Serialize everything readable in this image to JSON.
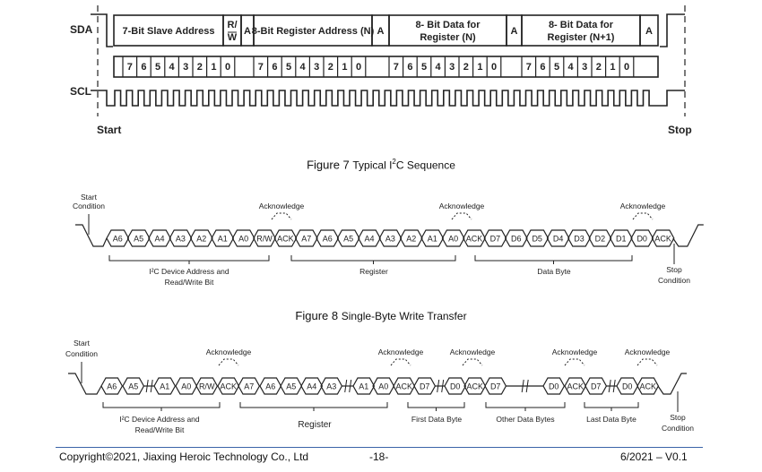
{
  "fig7": {
    "sda_label": "SDA",
    "scl_label": "SCL",
    "start_label": "Start",
    "stop_label": "Stop",
    "header_cells": [
      {
        "l1": "7-Bit Slave Address",
        "l2": ""
      },
      {
        "l1": "R/",
        "l2": "W"
      },
      {
        "l1": "A",
        "l2": ""
      },
      {
        "l1": "8-Bit Register Address (N)",
        "l2": ""
      },
      {
        "l1": "A",
        "l2": ""
      },
      {
        "l1": "8- Bit Data for",
        "l2": "Register (N)"
      },
      {
        "l1": "A",
        "l2": ""
      },
      {
        "l1": "8- Bit Data for",
        "l2": "Register (N+1)"
      },
      {
        "l1": "A",
        "l2": ""
      }
    ],
    "bit_groups": [
      [
        "7",
        "6",
        "5",
        "4",
        "3",
        "2",
        "1",
        "0"
      ],
      [
        "7",
        "6",
        "5",
        "4",
        "3",
        "2",
        "1",
        "0"
      ],
      [
        "7",
        "6",
        "5",
        "4",
        "3",
        "2",
        "1",
        "0"
      ],
      [
        "7",
        "6",
        "5",
        "4",
        "3",
        "2",
        "1",
        "0"
      ]
    ]
  },
  "caption7": {
    "prefix": "Figure 7 ",
    "text": "Typical I",
    "sup": "2",
    "rest": "C Sequence"
  },
  "fig8": {
    "start_l1": "Start",
    "start_l2": "Condition",
    "ack_label": "Acknowledge",
    "bits": [
      "A6",
      "A5",
      "A4",
      "A3",
      "A2",
      "A1",
      "A0",
      "R/W",
      "ACK",
      "A7",
      "A6",
      "A5",
      "A4",
      "A3",
      "A2",
      "A1",
      "A0",
      "ACK",
      "D7",
      "D6",
      "D5",
      "D4",
      "D3",
      "D2",
      "D1",
      "D0",
      "ACK"
    ],
    "group1_l1": "I²C Device Address and",
    "group1_l2": "Read/Write Bit",
    "group2": "Register",
    "group3": "Data  Byte",
    "stop_l1": "Stop",
    "stop_l2": "Condition"
  },
  "caption8": {
    "prefix": "Figure 8 ",
    "text": "Single-Byte Write Transfer"
  },
  "fig9": {
    "start_l1": "Start",
    "start_l2": "Condition",
    "ack_label": "Acknowledge",
    "bits": [
      "A6",
      "A5",
      "A1",
      "A0",
      "R/W",
      "ACK",
      "A7",
      "A6",
      "A5",
      "A4",
      "A3",
      "A1",
      "A0",
      "ACK",
      "D7",
      "D0",
      "ACK",
      "D7",
      "D0",
      "ACK",
      "D7",
      "D0",
      "ACK"
    ],
    "group1_l1": "I²C Device Address and",
    "group1_l2": "Read/Write Bit",
    "group2": "Register",
    "group3": "First Data Byte",
    "group4": "Other Data Bytes",
    "group5": "Last Data Byte",
    "stop_l1": "Stop",
    "stop_l2": "Condition"
  },
  "footer": {
    "copyright": "Copyright©2021, Jiaxing Heroic Technology Co., Ltd",
    "page": "-18-",
    "version": "6/2021 – V0.1"
  }
}
